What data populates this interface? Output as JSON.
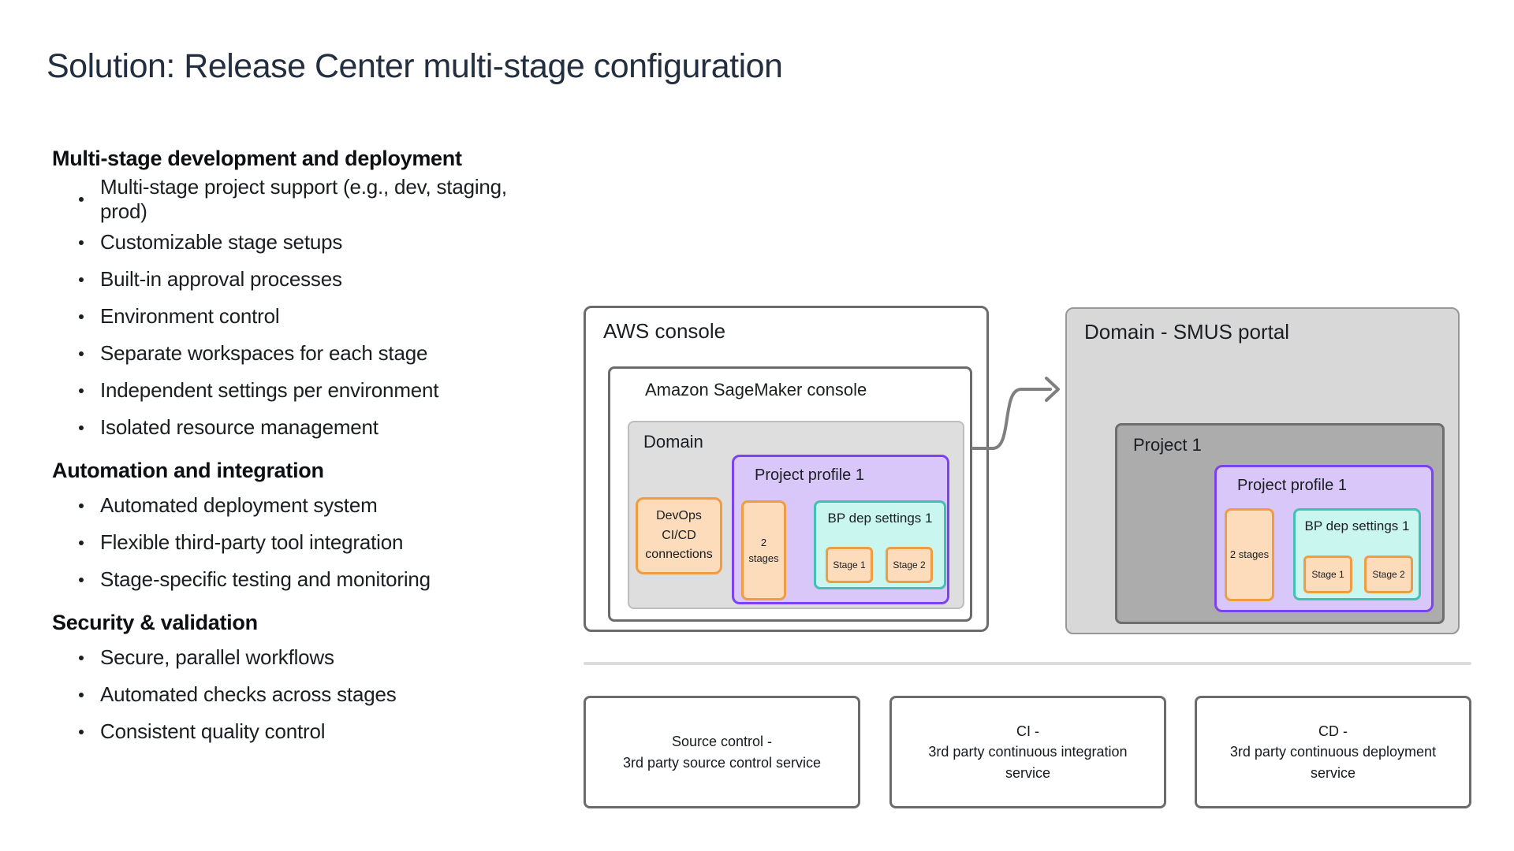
{
  "title": "Solution: Release Center multi-stage configuration",
  "sections": [
    {
      "heading": "Multi-stage development and deployment",
      "items": [
        "Multi-stage project support (e.g., dev, staging, prod)",
        "Customizable stage setups",
        "Built-in approval processes",
        "Environment control",
        "Separate workspaces for each stage",
        "Independent settings per environment",
        "Isolated resource management"
      ]
    },
    {
      "heading": "Automation and integration",
      "items": [
        "Automated deployment system",
        "Flexible third-party tool integration",
        "Stage-specific testing and monitoring"
      ]
    },
    {
      "heading": "Security & validation",
      "items": [
        "Secure, parallel workflows",
        "Automated checks across stages",
        "Consistent quality control"
      ]
    }
  ],
  "diagram": {
    "aws_console": {
      "label": "AWS console",
      "sagemaker_label": "Amazon SageMaker console",
      "domain_label": "Domain",
      "devops_label": "DevOps CI/CD connections",
      "project_profile_label": "Project profile 1",
      "stages_summary": "2 stages",
      "bp_settings_label": "BP dep settings 1",
      "stage_1": "Stage 1",
      "stage_2": "Stage 2"
    },
    "smus_portal": {
      "label": "Domain - SMUS portal",
      "project_label": "Project 1",
      "project_profile_label": "Project profile 1",
      "stages_summary": "2 stages",
      "bp_settings_label": "BP dep settings 1",
      "stage_1": "Stage 1",
      "stage_2": "Stage 2"
    },
    "integrations": [
      {
        "title": "Source control -",
        "subtitle": "3rd party source control service"
      },
      {
        "title": "CI -",
        "subtitle": "3rd party continuous integration service"
      },
      {
        "title": "CD -",
        "subtitle": "3rd party continuous deployment service"
      }
    ],
    "colors": {
      "orange_border": "#f09c42",
      "orange_fill": "#fcdcba",
      "purple_border": "#7c42f2",
      "purple_fill": "#d8c7f8",
      "teal_border": "#41c0b3",
      "teal_fill": "#c9f6ef",
      "domain_fill": "#dedede",
      "smus_fill": "#d8d8d8",
      "project_fill": "#acacac",
      "box_border_gray": "#6b6b6b",
      "arrow_gray": "#7f7f7f"
    }
  }
}
